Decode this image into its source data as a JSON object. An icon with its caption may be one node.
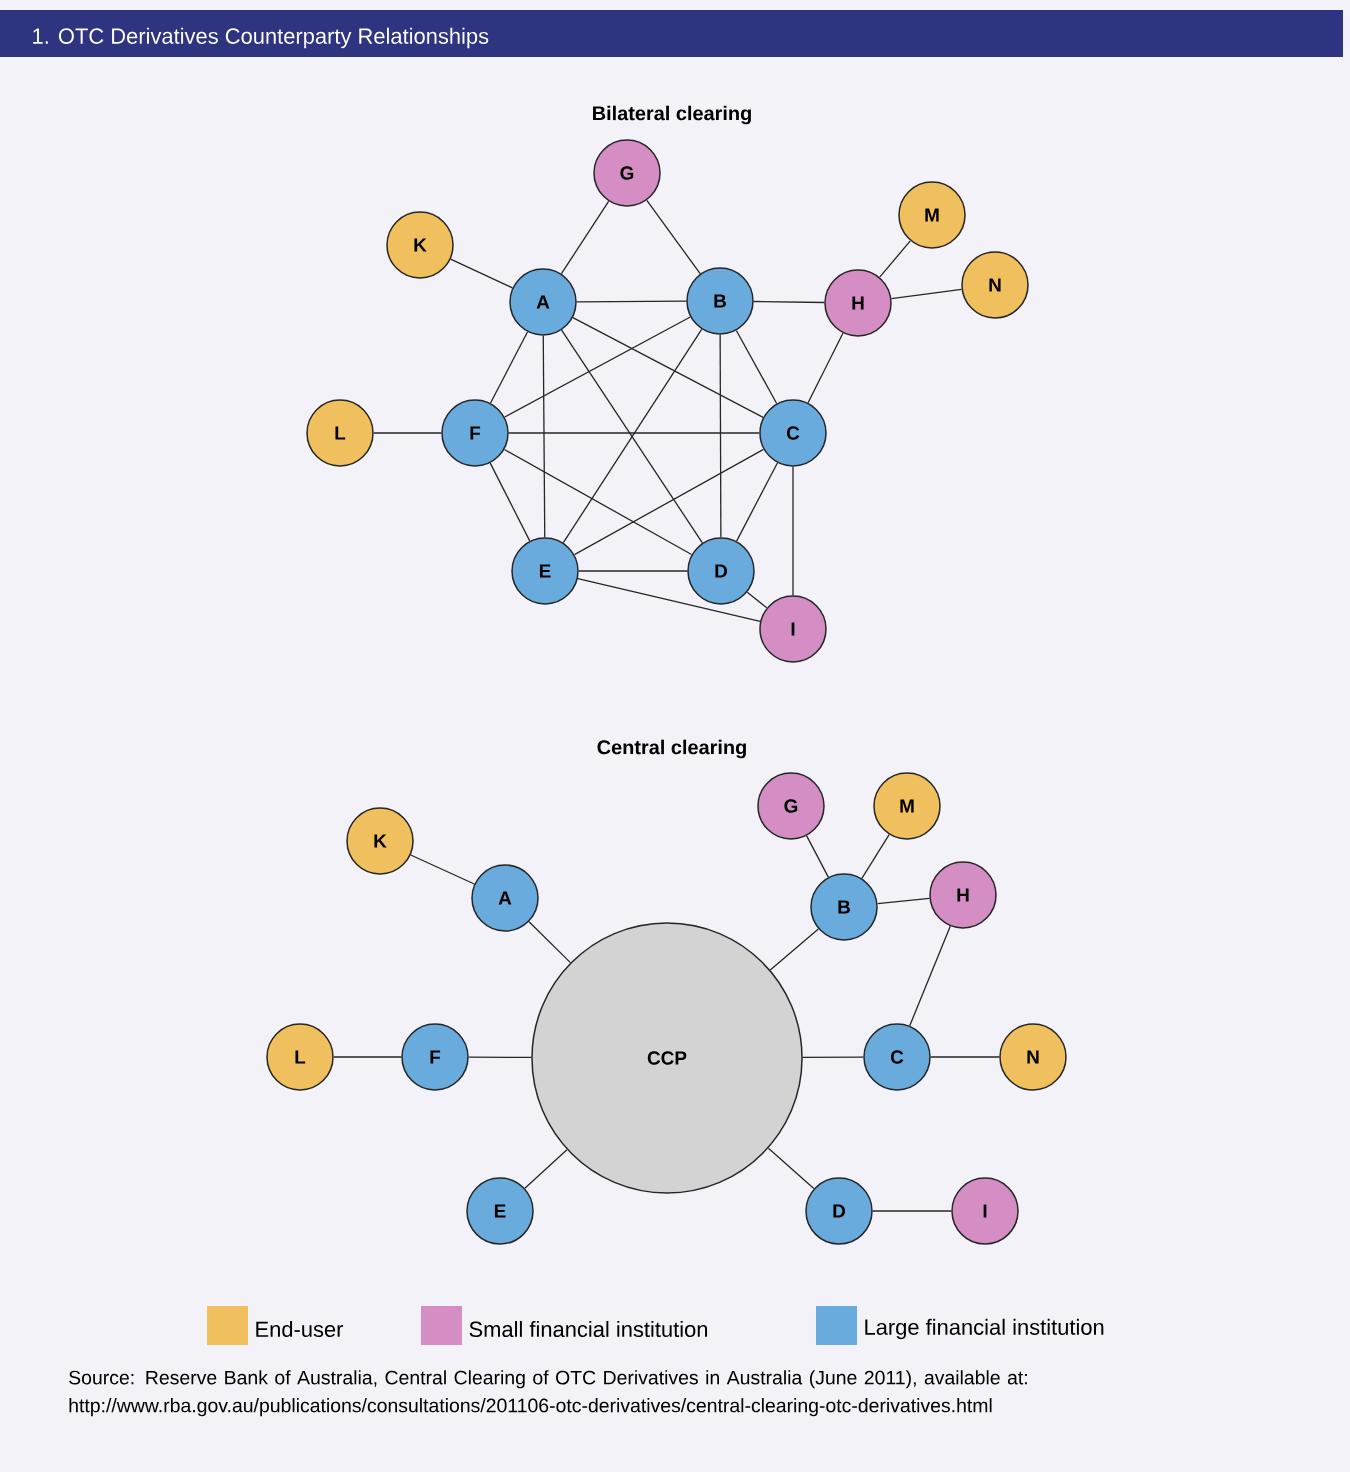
{
  "diagram": {
    "title": "1. OTC Derivatives Counterparty Relationships",
    "caption": "Source: Reserve Bank of Australia, Central Clearing of OTC Derivatives in Australia (June 2011), available at: http://www.rba.gov.au/publications/consultations/201106-otc-derivatives/central-clearing-otc-derivatives.html",
    "nodes": [
      {
        "text": [
          "G"
        ]
      },
      {
        "text": [
          "M"
        ]
      },
      {
        "text": [
          "K"
        ]
      },
      {
        "text": [
          "A"
        ]
      },
      {
        "text": [
          "B"
        ]
      },
      {
        "text": [
          "H"
        ]
      },
      {
        "text": [
          "N"
        ]
      },
      {
        "text": [
          "L"
        ]
      },
      {
        "text": [
          "F"
        ]
      },
      {
        "text": [
          "C"
        ]
      },
      {
        "text": [
          "E"
        ]
      },
      {
        "text": [
          "D"
        ]
      },
      {
        "text": [
          "I"
        ]
      },
      {
        "text": [
          "G"
        ]
      },
      {
        "text": [
          "M"
        ]
      },
      {
        "text": [
          "K"
        ]
      },
      {
        "text": [
          "A"
        ]
      },
      {
        "text": [
          "B"
        ]
      },
      {
        "text": [
          "H"
        ]
      },
      {
        "text": [
          "L"
        ]
      },
      {
        "text": [
          "F"
        ]
      },
      {
        "text": [
          "CCP"
        ]
      },
      {
        "text": [
          "C"
        ]
      },
      {
        "text": [
          "N"
        ]
      },
      {
        "text": [
          "E"
        ]
      },
      {
        "text": [
          "D"
        ]
      },
      {
        "text": [
          "I"
        ]
      }
    ],
    "edges": [
      {
        "from": 0,
        "to": 3,
        "arrow": "none"
      },
      {
        "from": 0,
        "to": 4,
        "arrow": "none"
      },
      {
        "from": 2,
        "to": 3,
        "arrow": "none"
      },
      {
        "from": 3,
        "to": 4,
        "arrow": "none"
      },
      {
        "from": 4,
        "to": 5,
        "arrow": "none"
      },
      {
        "from": 5,
        "to": 1,
        "arrow": "none"
      },
      {
        "from": 5,
        "to": 6,
        "arrow": "none"
      },
      {
        "from": 5,
        "to": 9,
        "arrow": "none"
      },
      {
        "from": 7,
        "to": 8,
        "arrow": "none"
      },
      {
        "from": 3,
        "to": 8,
        "arrow": "none"
      },
      {
        "from": 3,
        "to": 9,
        "arrow": "none"
      },
      {
        "from": 3,
        "to": 10,
        "arrow": "none"
      },
      {
        "from": 3,
        "to": 11,
        "arrow": "none"
      },
      {
        "from": 4,
        "to": 8,
        "arrow": "none"
      },
      {
        "from": 4,
        "to": 9,
        "arrow": "none"
      },
      {
        "from": 4,
        "to": 10,
        "arrow": "none"
      },
      {
        "from": 4,
        "to": 11,
        "arrow": "none"
      },
      {
        "from": 8,
        "to": 9,
        "arrow": "none"
      },
      {
        "from": 8,
        "to": 10,
        "arrow": "none"
      },
      {
        "from": 8,
        "to": 11,
        "arrow": "none"
      },
      {
        "from": 9,
        "to": 10,
        "arrow": "none"
      },
      {
        "from": 9,
        "to": 11,
        "arrow": "none"
      },
      {
        "from": 9,
        "to": 12,
        "arrow": "none"
      },
      {
        "from": 10,
        "to": 11,
        "arrow": "none"
      },
      {
        "from": 10,
        "to": 12,
        "arrow": "none"
      },
      {
        "from": 11,
        "to": 12,
        "arrow": "none"
      },
      {
        "from": 15,
        "to": 16,
        "arrow": "none"
      },
      {
        "from": 16,
        "to": 21,
        "arrow": "none"
      },
      {
        "from": 13,
        "to": 17,
        "arrow": "none"
      },
      {
        "from": 14,
        "to": 17,
        "arrow": "none"
      },
      {
        "from": 17,
        "to": 18,
        "arrow": "none"
      },
      {
        "from": 17,
        "to": 21,
        "arrow": "none"
      },
      {
        "from": 18,
        "to": 22,
        "arrow": "none"
      },
      {
        "from": 19,
        "to": 20,
        "arrow": "none"
      },
      {
        "from": 20,
        "to": 21,
        "arrow": "none"
      },
      {
        "from": 21,
        "to": 22,
        "arrow": "none"
      },
      {
        "from": 22,
        "to": 23,
        "arrow": "none"
      },
      {
        "from": 24,
        "to": 21,
        "arrow": "none"
      },
      {
        "from": 25,
        "to": 21,
        "arrow": "none"
      },
      {
        "from": 25,
        "to": 26,
        "arrow": "none"
      }
    ],
    "labels": [
      "Bilateral clearing",
      "Central clearing"
    ],
    "legend": [
      {
        "text": "End-user",
        "color": "#f0c05e"
      },
      {
        "text": "Small financial institution",
        "color": "#d48ec4"
      },
      {
        "text": "Large financial institution",
        "color": "#69abdc"
      }
    ]
  }
}
